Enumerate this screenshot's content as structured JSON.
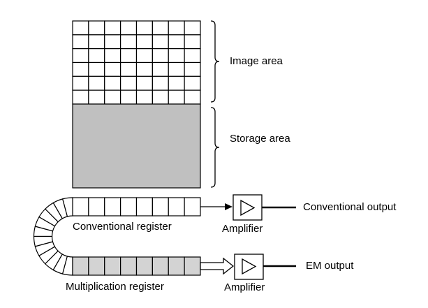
{
  "diagram": {
    "image_area_label": "Image area",
    "storage_area_label": "Storage area",
    "conventional_register_label": "Conventional register",
    "multiplication_register_label": "Multiplication register",
    "amplifier_top_label": "Amplifier",
    "amplifier_bottom_label": "Amplifier",
    "conventional_output_label": "Conventional output",
    "em_output_label": "EM output",
    "image_grid": {
      "columns": 8,
      "rows": 6
    },
    "conventional_register_cells": 8,
    "multiplication_register_cells": 8,
    "curved_register_cells": 12,
    "colors": {
      "line": "#000000",
      "storage_fill": "#c0c0c0",
      "multiplication_fill": "#d3d3d3",
      "background": "#ffffff"
    }
  }
}
